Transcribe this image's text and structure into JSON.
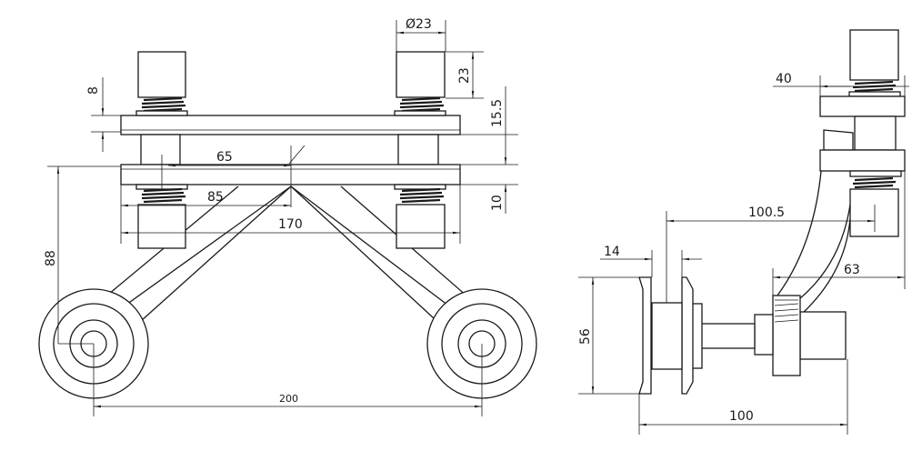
{
  "front_view": {
    "dimensions": {
      "diameter_cap": "Ø23",
      "cap_height": "23",
      "plate_thickness": "8",
      "plate_gap": "15.5",
      "offset_65": "65",
      "offset_85": "85",
      "width_170": "170",
      "lower_gap": "10",
      "height_88": "88",
      "wheel_span": "200"
    }
  },
  "side_view": {
    "dimensions": {
      "top_offset": "40",
      "reach": "100.5",
      "glass_thickness": "14",
      "arm_offset": "63",
      "disc_diameter": "56",
      "total_depth": "100"
    }
  }
}
